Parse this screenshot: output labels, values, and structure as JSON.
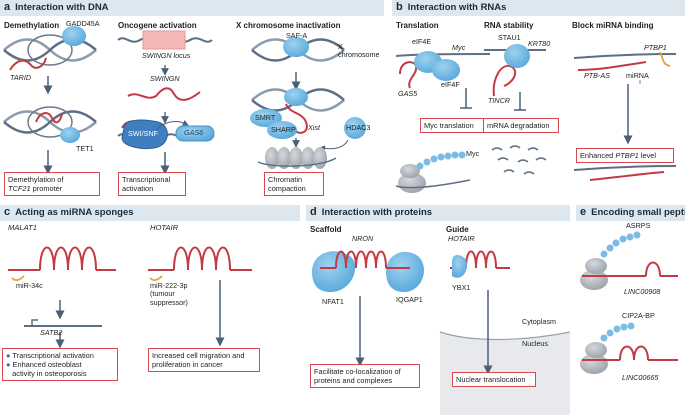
{
  "panels": {
    "a": {
      "letter": "a",
      "title": "Interaction with DNA"
    },
    "b": {
      "letter": "b",
      "title": "Interaction with RNAs"
    },
    "c": {
      "letter": "c",
      "title": "Acting as miRNA sponges"
    },
    "d": {
      "letter": "d",
      "title": "Interaction with proteins"
    },
    "e": {
      "letter": "e",
      "title": "Encoding small peptides"
    }
  },
  "a": {
    "demethylation": {
      "title": "Demethylation",
      "protein1": "GADD45A",
      "lnc": "TARID",
      "protein2": "TET1",
      "box_l1": "Demethylation of",
      "box_gene": "TCF21",
      "box_l2": " promoter"
    },
    "oncogene": {
      "title": "Oncogene activation",
      "locus": "SWINGN locus",
      "lnc": "SWINGN",
      "complex": "SWI/SNF",
      "gene": "GAS6",
      "box_l1": "Transcriptional",
      "box_l2": "activation"
    },
    "xinact": {
      "title": "X chromosome inactivation",
      "protein1": "SAF-A",
      "chrom_l1": "X",
      "chrom_l2": "chromosome",
      "smrt": "SMRT",
      "sharp": "SHARP",
      "lnc": "Xist",
      "hdac": "HDAC3",
      "box_l1": "Chromatin",
      "box_l2": "compaction"
    }
  },
  "b": {
    "translation": {
      "title": "Translation",
      "eif4e": "eIF4E",
      "myc": "Myc",
      "gas5": "GAS5",
      "eif4f": "eIF4F",
      "box": "Myc translation",
      "myc_protein": "Myc"
    },
    "stability": {
      "title": "RNA stability",
      "stau1": "STAU1",
      "krt80": "KRT80",
      "tincr": "TINCR",
      "box": "mRNA degradation"
    },
    "mirna": {
      "title": "Block miRNA binding",
      "ptbp1": "PTBP1",
      "ptbas": "PTB-AS",
      "mirna": "miRNA",
      "box_pre": "Enhanced ",
      "box_gene": "PTBP1",
      "box_post": " level"
    }
  },
  "c": {
    "malat": {
      "lnc": "MALAT1",
      "mir": "miR-34c",
      "gene": "SATB2",
      "bullet1": "Transcriptional activation",
      "bullet2_l1": "Enhanced osteoblast",
      "bullet2_l2": "activity in osteoporosis"
    },
    "hotair": {
      "lnc": "HOTAIR",
      "mir_l1": "miR-222-3p",
      "mir_l2": "(tumour",
      "mir_l3": "suppressor)",
      "box_l1": "Increased cell migration and",
      "box_l2": "proliferation in cancer"
    }
  },
  "d": {
    "scaffold": {
      "title": "Scaffold",
      "lnc": "NRON",
      "p1": "NFAT1",
      "p2": "IQGAP1",
      "box_l1": "Facilitate co-localization of",
      "box_l2": "proteins and complexes"
    },
    "guide": {
      "title": "Guide",
      "lnc": "HOTAIR",
      "protein": "YBX1",
      "cytoplasm": "Cytoplasm",
      "nucleus": "Nucleus",
      "box": "Nuclear translocation"
    }
  },
  "e": {
    "peptide1": "ASRPS",
    "lnc1": "LINC00908",
    "peptide2": "CIP2A-BP",
    "lnc2": "LINC00665"
  }
}
